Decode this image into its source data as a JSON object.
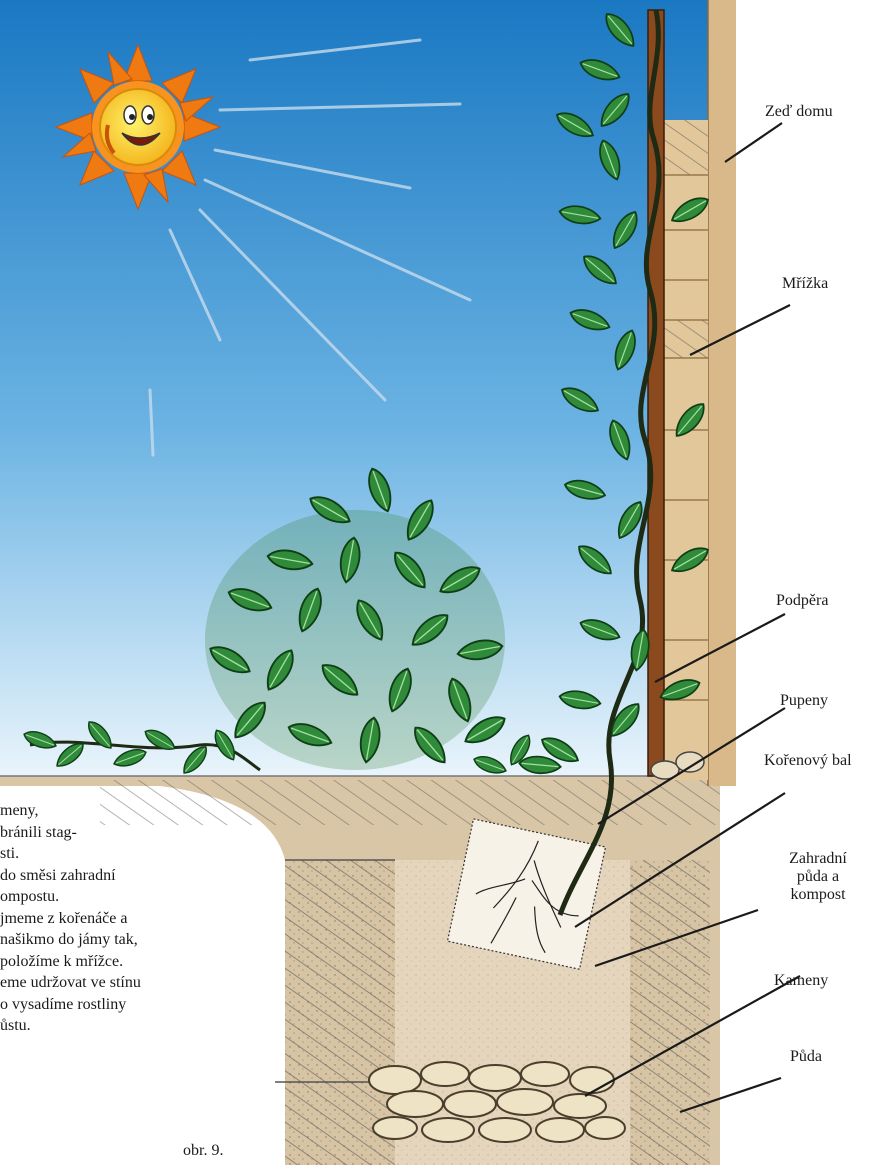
{
  "labels": {
    "wall": "Zeď domu",
    "trellis": "Mřížka",
    "support": "Podpěra",
    "buds": "Pupeny",
    "rootball": "Kořenový bal",
    "soil_mix": [
      "Zahradní",
      "půda a",
      "kompost"
    ],
    "stones": "Kameny",
    "soil": "Půda"
  },
  "text_lines": [
    "meny,",
    "bránili stag-",
    "sti.",
    " do směsi zahradní",
    "ompostu.",
    "jmeme z kořenáče a",
    "našikmo do jámy tak,",
    "položíme k mřížce.",
    "eme udržovat ve stínu",
    "o vysadíme rostliny",
    "ůstu."
  ],
  "caption": "obr. 9.",
  "colors": {
    "sky_top": "#1a78c2",
    "sky_bottom": "#e9f4fb",
    "soil": "#d7c4a4",
    "wall": "#d9b98a",
    "leaf": "#2f8a3a",
    "sun": "#f5a21a"
  },
  "icons": [
    "sun-icon"
  ]
}
